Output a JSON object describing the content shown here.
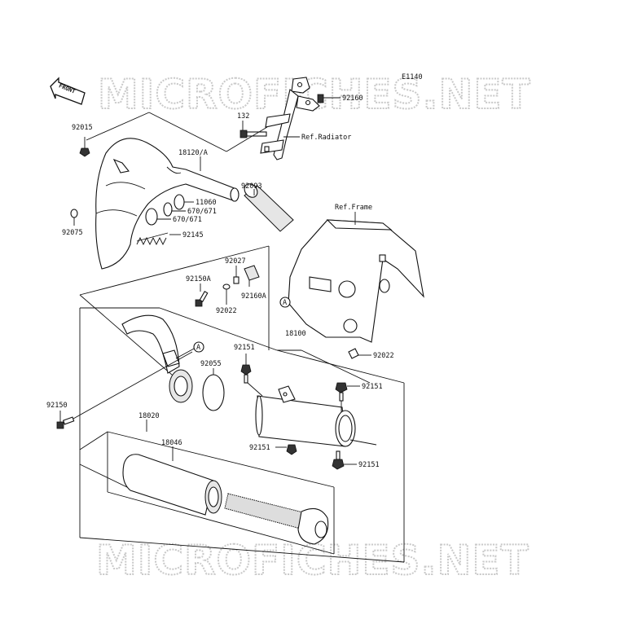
{
  "diagram": {
    "code": "E1140",
    "front_label": "FRONT",
    "watermark_top": "MICROFICHES.NET",
    "watermark_bottom": "MICROFICHES.NET",
    "callouts": {
      "p92160": "92160",
      "p132": "132",
      "ref_radiator": "Ref.Radiator",
      "p92015": "92015",
      "p18120": "18120/A",
      "p92093": "92093",
      "p11060": "11060",
      "p670a": "670/671",
      "p670b": "670/671",
      "p92075": "92075",
      "p92145": "92145",
      "ref_frame": "Ref.Frame",
      "p92027": "92027",
      "p92150a": "92150A",
      "p92160a": "92160A",
      "p92022a": "92022",
      "p18100": "18100",
      "p92022b": "92022",
      "p92151a": "92151",
      "p92055": "92055",
      "p92151b": "92151",
      "p92150": "92150",
      "p18020": "18020",
      "p18046": "18046",
      "p92151c": "92151",
      "p92151d": "92151",
      "marker_a1": "A",
      "marker_a2": "A"
    }
  }
}
